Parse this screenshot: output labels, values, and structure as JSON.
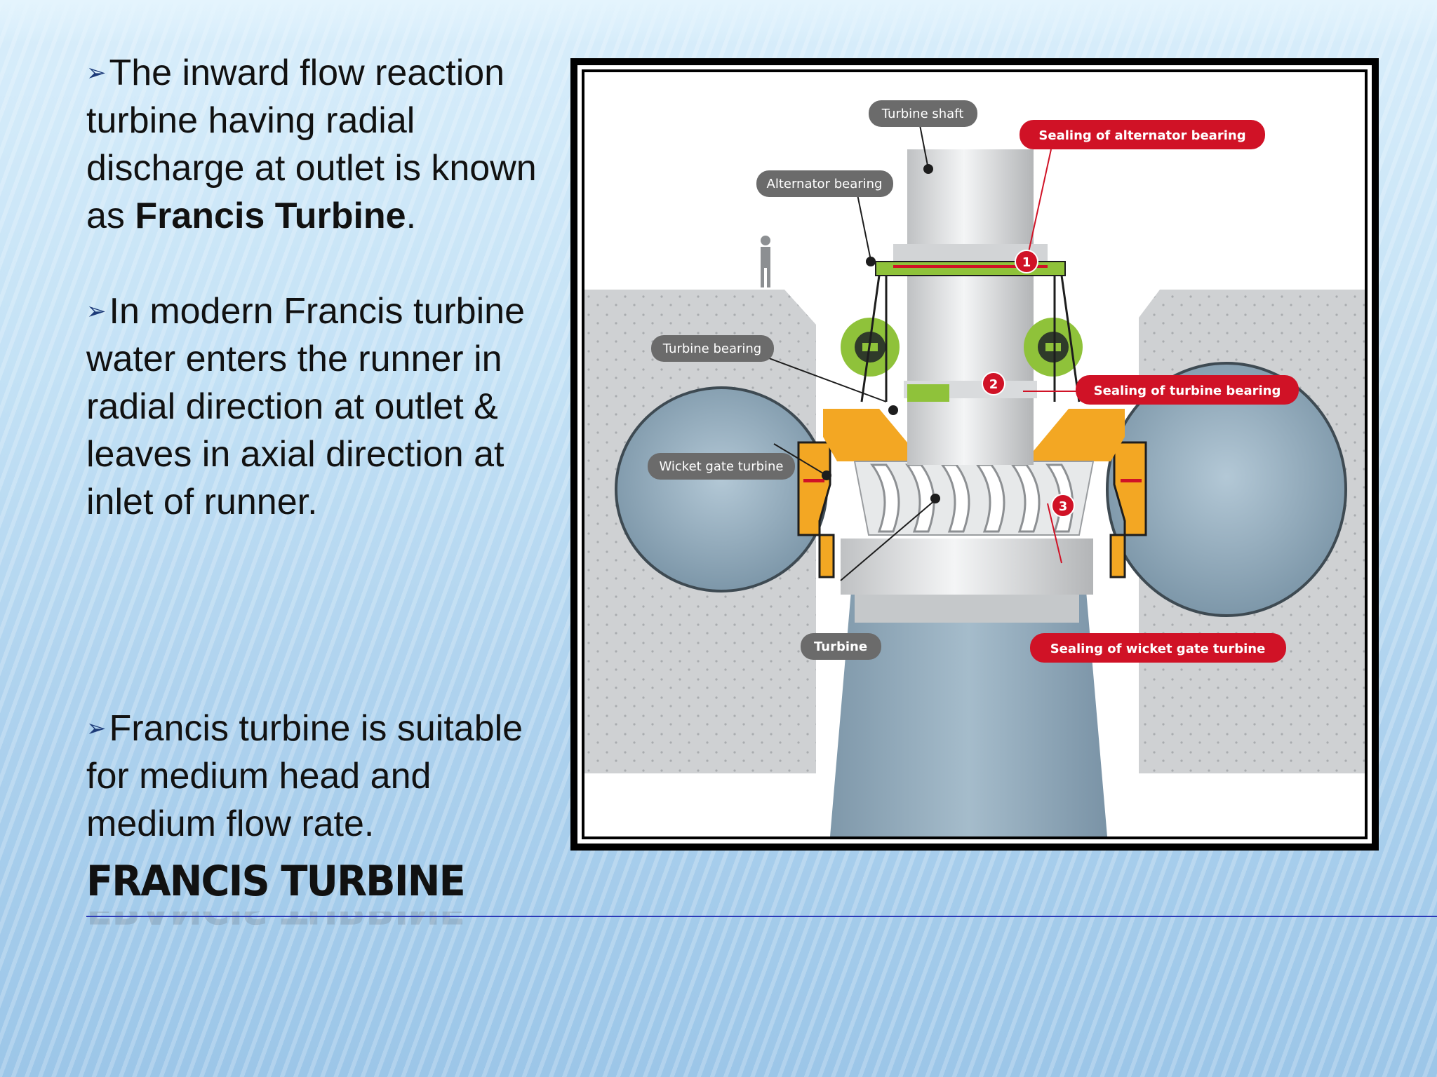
{
  "slide": {
    "title": "FRANCIS TURBINE",
    "bullet_symbol": "➢",
    "bullets": [
      {
        "pre": "The inward flow reaction turbine having radial discharge at outlet is known as ",
        "bold": "Francis Turbine",
        "post": "."
      },
      {
        "text": "In modern Francis turbine water enters the runner in radial direction at outlet & leaves in axial direction at inlet of runner."
      },
      {
        "text": "Francis turbine is suitable for medium head and medium flow rate."
      }
    ]
  },
  "diagram": {
    "labels": {
      "turbine_shaft": "Turbine shaft",
      "alternator_bearing": "Alternator bearing",
      "turbine_bearing": "Turbine bearing",
      "wicket_gate_turbine": "Wicket gate turbine",
      "turbine": "Turbine",
      "sealing_alternator_bearing": "Sealing of alternator bearing",
      "sealing_turbine_bearing": "Sealing of turbine bearing",
      "sealing_wicket_gate_turbine": "Sealing of wicket gate turbine"
    },
    "markers": [
      "1",
      "2",
      "3"
    ],
    "colors": {
      "grey_label": "#6b6b6b",
      "red_label": "#d01226",
      "concrete": "#cfd1d3",
      "water": "#8fa9bb",
      "orange": "#f3a723",
      "green": "#8fc23a",
      "steel": "#c9cbcd"
    }
  }
}
